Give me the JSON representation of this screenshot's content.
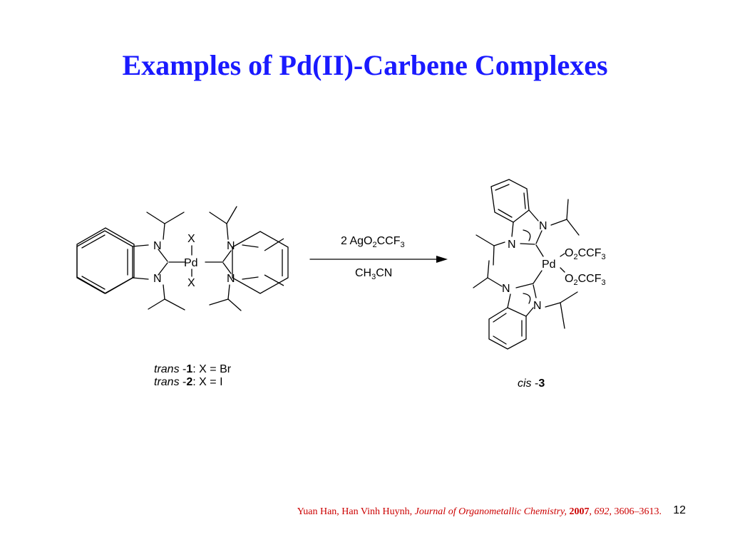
{
  "slide": {
    "title": "Examples of Pd(II)-Carbene Complexes",
    "page_number": "12"
  },
  "scheme": {
    "left_molecule": {
      "atoms": {
        "metal": "Pd",
        "x_top": "X",
        "x_bottom": "X",
        "n": "N"
      }
    },
    "reagents": {
      "above_arrow_prefix": "2 AgO",
      "above_arrow_sub1": "2",
      "above_arrow_mid": "CCF",
      "above_arrow_sub2": "3",
      "below_arrow_prefix": "CH",
      "below_arrow_sub": "3",
      "below_arrow_suffix": "CN"
    },
    "right_molecule": {
      "atoms": {
        "metal": "Pd",
        "n": "N",
        "ligand_prefix": "O",
        "ligand_sub1": "2",
        "ligand_mid": "CCF",
        "ligand_sub2": "3"
      }
    },
    "labels": {
      "trans_word": "trans",
      "trans1_sep": " -",
      "trans1_num": "1",
      "trans1_rest": ": X = Br",
      "trans2_sep": " -",
      "trans2_num": "2",
      "trans2_rest": ": X = I",
      "cis_word": "cis",
      "cis_sep": " -",
      "cis_num": "3"
    }
  },
  "citation": {
    "authors": "Yuan Han, Han Vinh Huynh, ",
    "journal": "Journal of Organometallic Chemistry,",
    "year": "2007",
    "sep1": ", ",
    "volume": "692",
    "pages": ", 3606–3613."
  }
}
